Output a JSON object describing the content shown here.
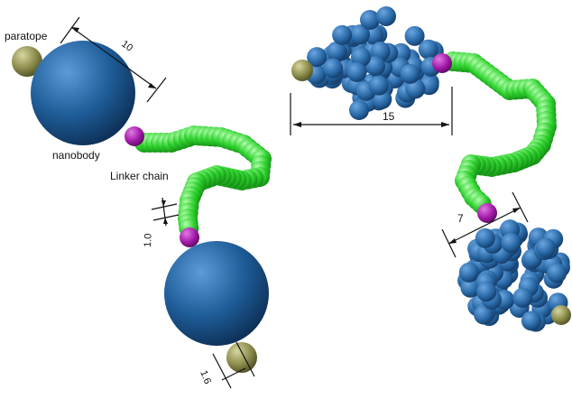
{
  "labels": {
    "paratope": "paratope",
    "nanobody": "nanobody",
    "linker_chain": "Linker chain"
  },
  "dimensions": {
    "d10": "10",
    "d15": "15",
    "d7": "7",
    "d1_0": "1.0",
    "d1_6": "1.6"
  },
  "colors": {
    "nanobody_blue": "#1f5d99",
    "bead_blue": "#2b6aa8",
    "linker_green": "#2fd12f",
    "joint_purple": "#a21aa8",
    "paratope_olive": "#8a8a4a",
    "dimension_line": "#111111"
  }
}
